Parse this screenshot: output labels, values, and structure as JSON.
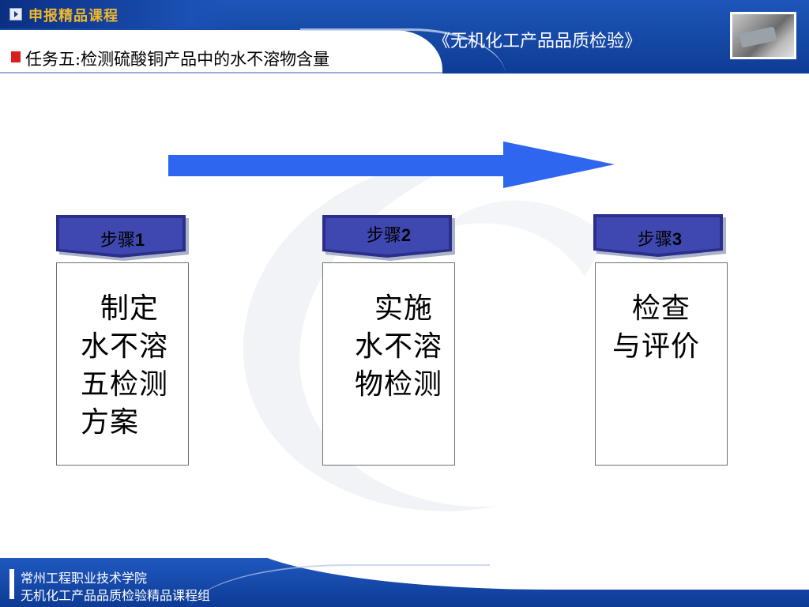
{
  "header": {
    "tab_label": "申报精品课程",
    "course_title": "《无机化工产品品质检验》",
    "task_title": "任务五:检测硫酸铜产品中的水不溶物含量"
  },
  "steps": [
    {
      "tab_label": "步骤",
      "tab_number": "1",
      "body": "  制定\n水不溶\n五检测\n方案"
    },
    {
      "tab_label": "步骤",
      "tab_number": "2",
      "body": "  实施\n水不溶\n物检测"
    },
    {
      "tab_label": "步骤",
      "tab_number": "3",
      "body": "  检查\n与评价"
    }
  ],
  "footer": {
    "line1": "常州工程职业技术学院",
    "line2": "无机化工产品品质检验精品课程组"
  },
  "colors": {
    "header_blue": "#1e56b8",
    "tab_label_gold": "#f1b82a",
    "arrow_blue": "#2f66f0",
    "step_tab_navy": "#2a2f8c",
    "task_bullet_red": "#d81e1e"
  },
  "icons": {
    "tab_icon": "play-triangle-icon",
    "task_bullet": "red-square-bullet-icon",
    "header_photo": "lab-photo-thumbnail",
    "process_arrow": "right-arrow-icon"
  }
}
